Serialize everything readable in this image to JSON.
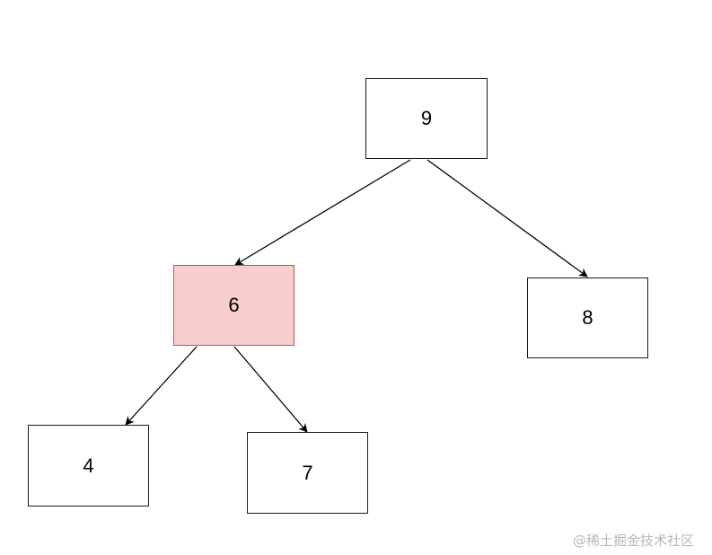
{
  "diagram": {
    "nodes": [
      {
        "id": "n9",
        "label": "9",
        "highlighted": false
      },
      {
        "id": "n6",
        "label": "6",
        "highlighted": true
      },
      {
        "id": "n8",
        "label": "8",
        "highlighted": false
      },
      {
        "id": "n4",
        "label": "4",
        "highlighted": false
      },
      {
        "id": "n7",
        "label": "7",
        "highlighted": false
      }
    ],
    "edges": [
      {
        "from": "n9",
        "to": "n6"
      },
      {
        "from": "n9",
        "to": "n8"
      },
      {
        "from": "n6",
        "to": "n4"
      },
      {
        "from": "n6",
        "to": "n7"
      }
    ],
    "colors": {
      "highlight_fill": "#f8cecc",
      "highlight_border": "#b85450",
      "border": "#1a1a1a",
      "edge": "#000000"
    }
  },
  "watermark": "@稀土掘金技术社区"
}
